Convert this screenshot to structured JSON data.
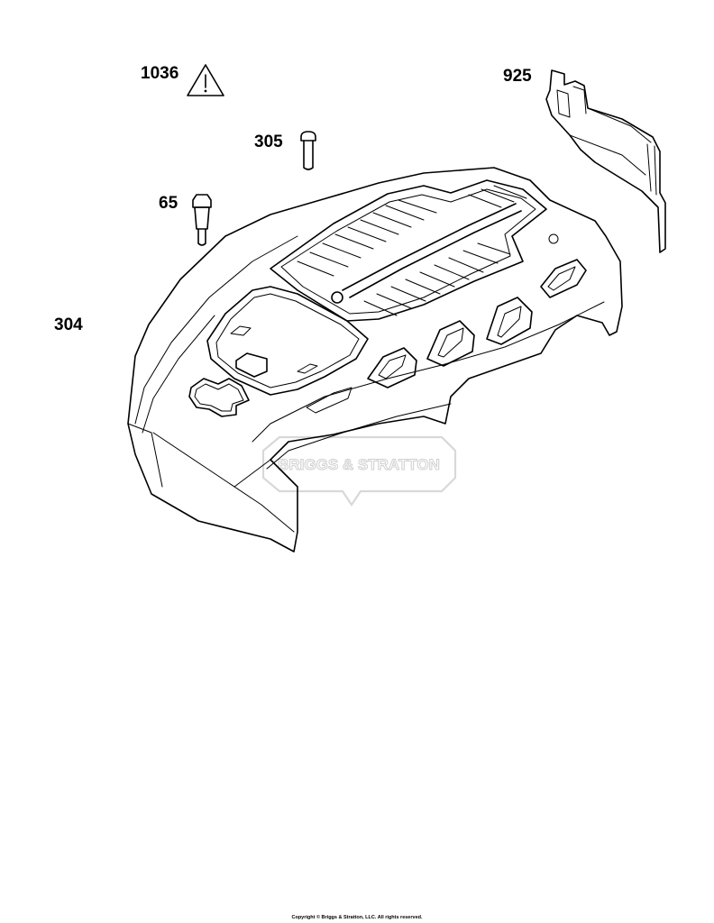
{
  "diagram": {
    "part_labels": {
      "warning_label": "1036",
      "shield": "925",
      "screw": "305",
      "bolt": "65",
      "blower_housing": "304"
    },
    "watermark_text": "BRIGGS & STRATTON",
    "copyright": "Copyright © Briggs & Stratton, LLC. All rights reserved."
  }
}
